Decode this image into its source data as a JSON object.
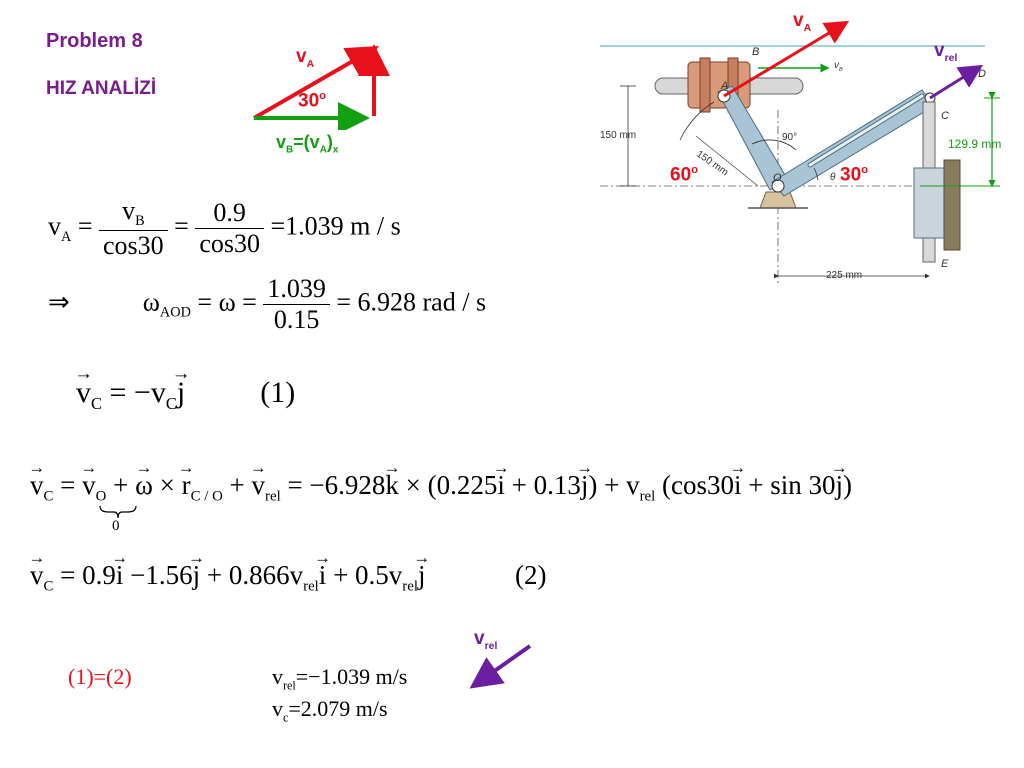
{
  "header": {
    "title": "Problem 8",
    "subtitle": "HIZ ANALİZİ"
  },
  "velocity_triangle": {
    "vA": "v",
    "vA_sub": "A",
    "angle": "30",
    "angle_sup": "o",
    "vB_label": "v",
    "vB_sub": "B",
    "vB_eq": "=(v",
    "vB_sub2": "A",
    "vB_close": ")",
    "vB_sub3": "x"
  },
  "diagram": {
    "vA": "v",
    "vA_sub": "A",
    "vrel": "v",
    "vrel_sub": "rel",
    "vB_small": "v",
    "vB_small_sub": "B",
    "label_B": "B",
    "label_A": "A",
    "label_D": "D",
    "label_C": "C",
    "label_O": "O",
    "label_E": "E",
    "dim_150_vert": "150 mm",
    "dim_150_arm": "150 mm",
    "dim_225": "225 mm",
    "dim_1299": "129.9 mm",
    "angle_90": "90°",
    "theta": "θ",
    "angle_60": "60",
    "angle_60_sup": "o",
    "angle_30": "30",
    "angle_30_sup": "o"
  },
  "eq1": {
    "lhs": "v",
    "lhs_sub": "A",
    "f1_num": "v",
    "f1_num_sub": "B",
    "f1_den": "cos30",
    "f2_num": "0.9",
    "f2_den": "cos30",
    "result": "=1.039 m / s"
  },
  "eq2": {
    "implies": "⇒",
    "omega": "ω",
    "omega_sub": "AOD",
    "eq_omega": "= ω =",
    "f_num": "1.039",
    "f_den": "0.15",
    "result": "= 6.928 rad / s"
  },
  "eq3": {
    "v": "v",
    "sub": "C",
    "mid": " = −v",
    "j": "j",
    "tag": "(1)"
  },
  "eq4": {
    "v": "v",
    "sub_c": "C",
    "eq": " = ",
    "v_o": "v",
    "sub_o": "O",
    "plus1": " + ",
    "omega": "ω",
    "cross": " × ",
    "r": "r",
    "sub_co": "C / O",
    "plus2": " + ",
    "vrel": "v",
    "sub_rel": "rel",
    "rhs1": " = −6.928",
    "k": "k",
    "rhs2": " × (0.225",
    "i1": "i",
    "rhs3": " + 0.13",
    "j1": "j",
    "rhs4": ") + v",
    "sub_rel2": "rel",
    "rhs5": " (cos30",
    "i2": "i",
    "rhs6": " + sin 30",
    "j2": "j",
    "rhs7": ")",
    "zero": "0"
  },
  "eq5": {
    "v": "v",
    "sub_c": "C",
    "p1": " = 0.9",
    "i1": "i",
    "p2": " −1.56",
    "j1": "j",
    "p3": " + 0.866v",
    "sub_rel1": "rel",
    "i2": "i",
    "p4": " + 0.5v",
    "sub_rel2": "rel",
    "j2": "j",
    "tag": "(2)"
  },
  "result": {
    "condition": "(1)=(2)",
    "vrel_v": "v",
    "vrel_sub": "rel",
    "vrel_val": "=−1.039 m/s",
    "vc_v": "v",
    "vc_sub": "c",
    "vc_val": "=2.079 m/s",
    "arrow_v": "v",
    "arrow_sub": "rel"
  },
  "colors": {
    "header": "#7a1c8c",
    "red": "#e8101a",
    "green": "#12a012",
    "purple": "#6b1fa0"
  }
}
